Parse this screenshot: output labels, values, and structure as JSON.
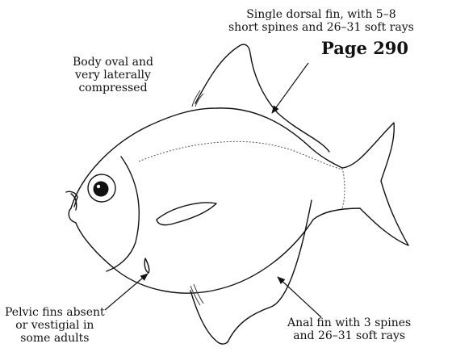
{
  "page_label": "Page 290",
  "annotations": {
    "dorsal": [
      "Single dorsal fin, with 5–8",
      "short spines and 26–31 soft rays"
    ],
    "body": [
      "Body oval and",
      "very laterally",
      "compressed"
    ],
    "pelvic": [
      "Pelvic fins absent",
      "or vestigial in",
      "some adults"
    ],
    "anal": [
      "Anal fin with 3 spines",
      "and 26–31 soft rays"
    ]
  }
}
